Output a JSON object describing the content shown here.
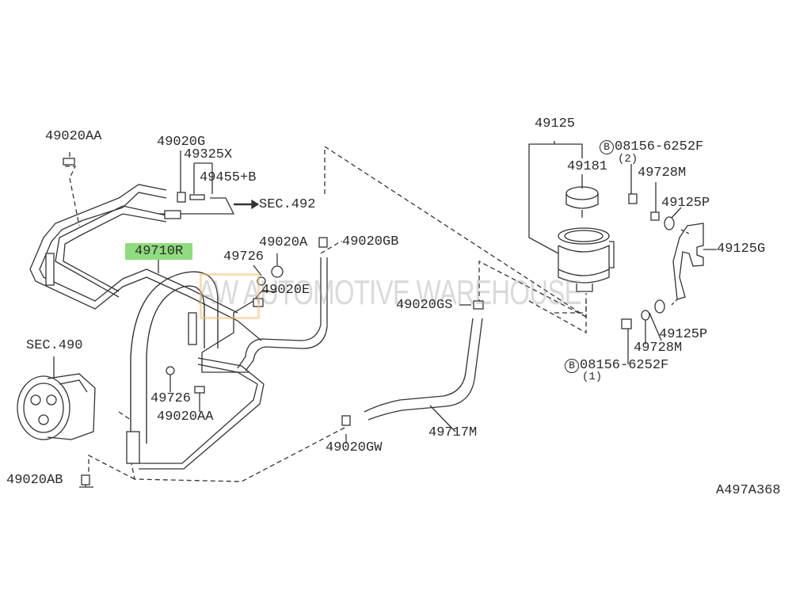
{
  "labels": {
    "p49020AA_top": "49020AA",
    "p49020G": "49020G",
    "p49325X": "49325X",
    "p49455B": "49455+B",
    "sec492": "SEC.492",
    "p49710R": "49710R",
    "p49020A": "49020A",
    "p49020GB": "49020GB",
    "p49726_top": "49726",
    "p49020E": "49020E",
    "p49020GS": "49020GS",
    "sec490": "SEC.490",
    "p49726_bot": "49726",
    "p49020AA_bot": "49020AA",
    "p49717M": "49717M",
    "p49020GW": "49020GW",
    "p49020AB": "49020AB",
    "p49125": "49125",
    "p49181": "49181",
    "bolt_top": "08156-6252F",
    "bolt_top_qty": "(2)",
    "p49728M_top": "49728M",
    "p49125P_top": "49125P",
    "p49125G": "49125G",
    "p49125P_bot": "49125P",
    "p49728M_bot": "49728M",
    "bolt_bot": "08156-6252F",
    "bolt_bot_qty": "(1)",
    "bolt_symbol": "B",
    "diagram_code": "A497A368"
  },
  "watermark": {
    "logo": "AW",
    "text": "AUTOMOTIVE WAREHOUSE"
  },
  "highlight_color": "#8fdc7e"
}
